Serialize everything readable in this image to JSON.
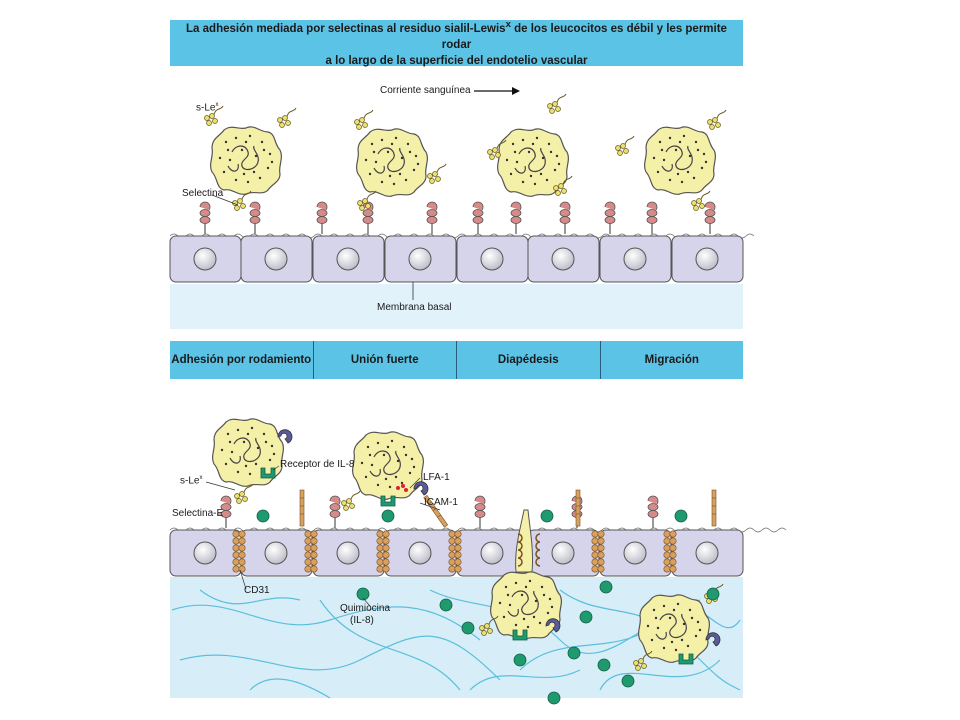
{
  "title": {
    "line1": "La adhesión mediada por selectinas al residuo sialil-Lewis",
    "line1_sup": "x",
    "line1_end": " de los leucocitos es débil y les permite rodar",
    "line2": "a lo largo de la superficie del endotelio vascular"
  },
  "top_panel": {
    "sle_label": "s-Le",
    "sle_sup": "x",
    "selectina_label": "Selectina",
    "flow_label": "Corriente sanguínea",
    "membrane_label": "Membrana basal"
  },
  "stages": [
    "Adhesión por rodamiento",
    "Unión fuerte",
    "Diapédesis",
    "Migración"
  ],
  "bottom_panel": {
    "il8_receptor_label": "Receptor de IL-8",
    "sle_label": "s-Le",
    "sle_sup": "x",
    "selectina_e_label": "Selectina-E",
    "lfa1_label": "LFA-1",
    "icam1_label": "ICAM-1",
    "cd31_label": "CD31",
    "chemokine_label_line1": "Quimiocina",
    "chemokine_label_line2": "(IL-8)"
  },
  "colors": {
    "header": "#5bc3e6",
    "cell_fill": "#d6d4ea",
    "leukocyte": "#f5f0a8",
    "basal_top": "#e2f2fa",
    "basal_bottom": "#d7eef8",
    "fiber": "#5bbfdc",
    "chemokine": "#1f9a6e",
    "selectin": "#d68a8a",
    "receptor": "#5b5a9c",
    "cd31": "#d8a060"
  }
}
